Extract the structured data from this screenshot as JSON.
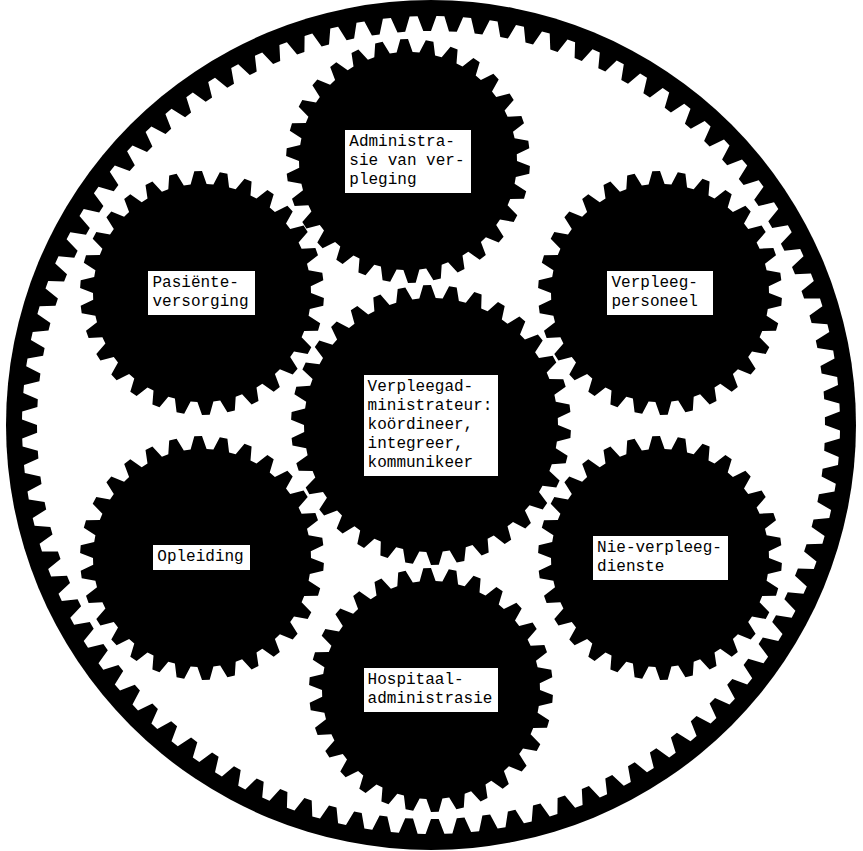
{
  "diagram": {
    "nodes": [
      {
        "text": [
          "Administra- sie van ver- pleging"
        ]
      },
      {
        "text": [
          "Pasiënte- versorging"
        ]
      },
      {
        "text": [
          "Verpleeg- personeel"
        ]
      },
      {
        "text": [
          "Verpleegad- ministrateur: koördineer, integreer, kommunikeer"
        ]
      },
      {
        "text": [
          "Opleiding"
        ]
      },
      {
        "text": [
          "Nie-verpleeg- dienste"
        ]
      },
      {
        "text": [
          "Hospitaal- administrasie"
        ]
      }
    ]
  }
}
